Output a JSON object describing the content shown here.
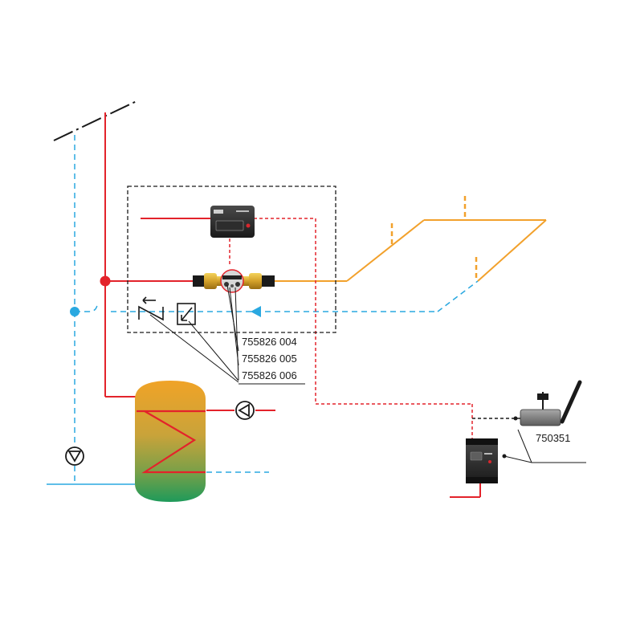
{
  "labels": {
    "part_1": "755826 004",
    "part_2": "755826 005",
    "part_3": "755826 006",
    "gateway": "750351"
  },
  "colors": {
    "hot_water": "#e3232b",
    "cold_water": "#2aa8e0",
    "solar_loop": "#f2a12c",
    "signal": "#e3232b",
    "outline": "#1a1a1a",
    "tank_top": "#f0a327",
    "tank_bottom": "#1e9a5a"
  },
  "icons": [
    "roof-collector-icon",
    "flow-meter-icon",
    "controller-display-icon",
    "check-valve-icon",
    "temperature-sensor-icon",
    "circulation-pump-icon",
    "tank-icon",
    "gateway-antenna-icon",
    "control-module-icon"
  ]
}
